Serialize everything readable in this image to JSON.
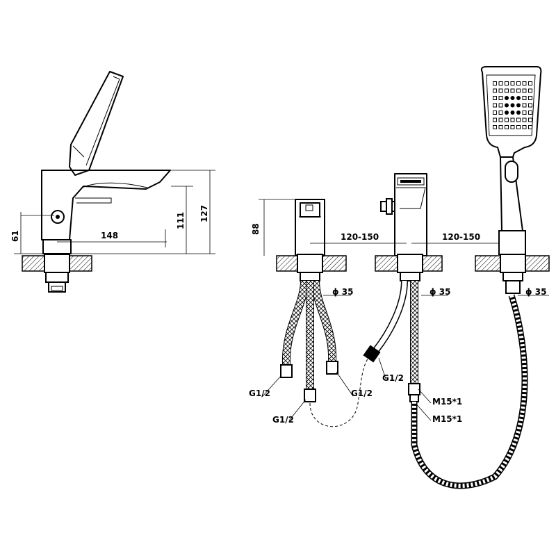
{
  "side_view": {
    "dim_width": "148",
    "dim_height_spout": "111",
    "dim_height_total": "127",
    "dim_handle_height": "61"
  },
  "front_view": {
    "dim_height": "88",
    "dim_spacing_1": "120-150",
    "dim_spacing_2": "120-150",
    "hole_1": "ϕ 35",
    "hole_2": "ϕ 35",
    "hole_3": "ϕ 35"
  },
  "connections": {
    "g_left": "G1/2",
    "g_center": "G1/2",
    "g_right": "G1/2",
    "g_diverter": "G1/2",
    "m15_upper": "M15*1",
    "m15_lower": "M15*1"
  }
}
